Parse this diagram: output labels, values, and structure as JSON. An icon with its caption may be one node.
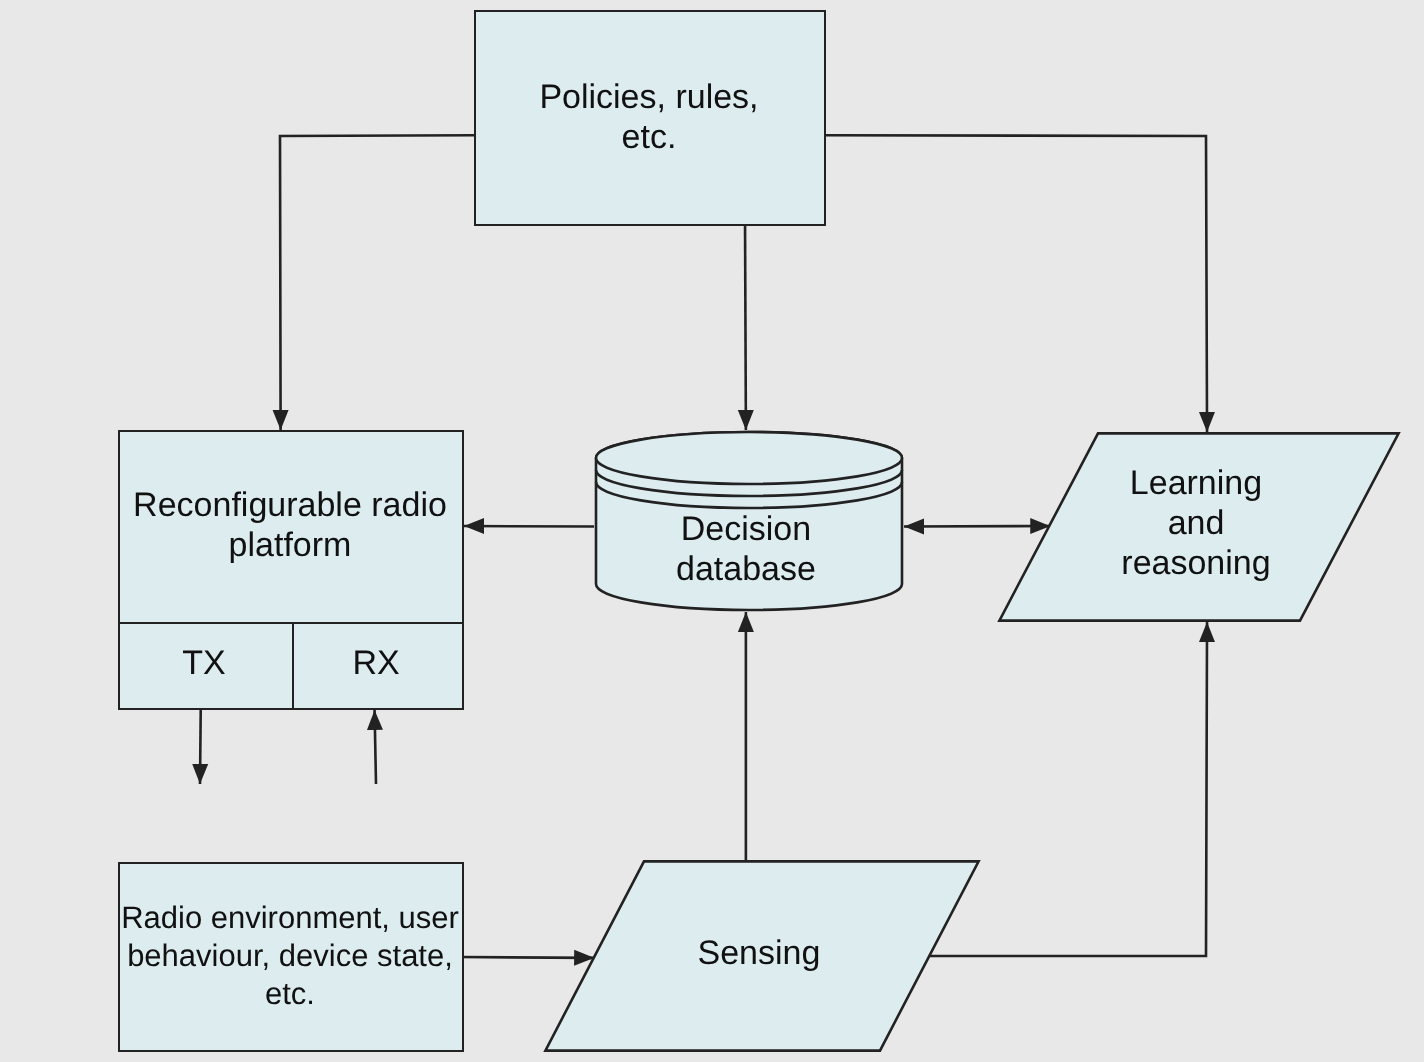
{
  "diagram": {
    "nodes": [
      {
        "text": [
          "Policies, rules, etc."
        ]
      },
      {
        "text": [
          "Reconfigurable radio platform"
        ]
      },
      {
        "text": [
          "TX"
        ],
        "in": 1
      },
      {
        "text": [
          "RX"
        ],
        "in": 1
      },
      {
        "text": [
          "Decision database"
        ]
      },
      {
        "text": [
          "Learning and reasoning"
        ]
      },
      {
        "text": [
          "Radio environment, user behaviour, device state, etc."
        ]
      },
      {
        "text": [
          "Sensing"
        ]
      }
    ],
    "edges": [
      {
        "from": 0,
        "to": 1,
        "arrow": "to"
      },
      {
        "from": 0,
        "to": 4,
        "arrow": "to"
      },
      {
        "from": 0,
        "to": 5,
        "arrow": "to"
      },
      {
        "from": 4,
        "to": 1,
        "arrow": "to"
      },
      {
        "from": 4,
        "to": 5,
        "arrow": "both"
      },
      {
        "from": 6,
        "to": 7,
        "arrow": "to"
      },
      {
        "from": 7,
        "to": 4,
        "arrow": "to"
      },
      {
        "from": 7,
        "to": 5,
        "arrow": "to"
      },
      {
        "from": 2,
        "to": null,
        "arrow": "to"
      },
      {
        "from": null,
        "to": 3,
        "arrow": "to"
      }
    ]
  }
}
